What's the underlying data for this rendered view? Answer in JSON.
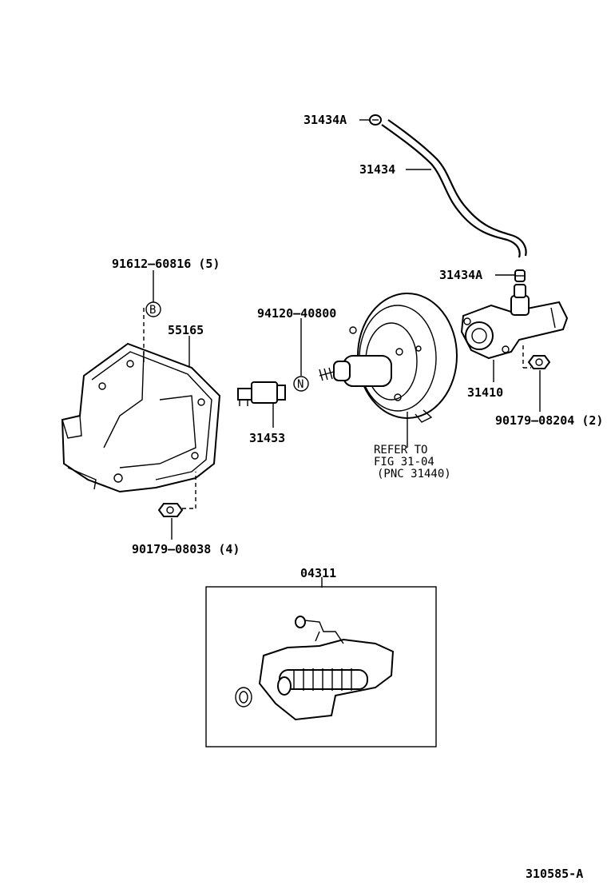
{
  "labels": {
    "clip_top": "31434A",
    "hose": "31434",
    "clip_bottom": "31434A",
    "bolt_bracket": "91612—60816 (5)",
    "bracket": "55165",
    "switch_label": "94120—40800",
    "switch": "31453",
    "clutch_master": "31410",
    "nut_right": "90179—08204 (2)",
    "nut_left": "90179—08038 (4)",
    "kit": "04311",
    "refer_line1": "REFER TO",
    "refer_line2": "FIG 31-04",
    "refer_line3": "(PNC 31440)",
    "figure_code": "310585-A"
  },
  "markers": {
    "B": "B",
    "N": "N"
  }
}
